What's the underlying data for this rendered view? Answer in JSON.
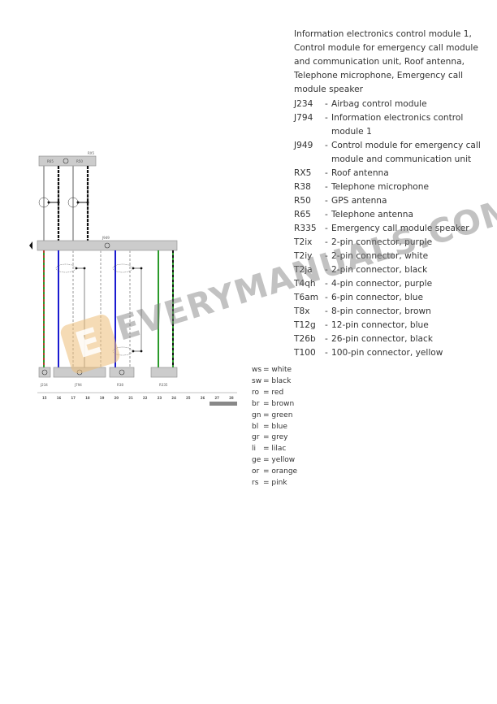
{
  "description": {
    "intro": "Information electronics control module 1, Control module for emergency call module and communication unit, Roof antenna, Telephone microphone, Emergency call module speaker",
    "items": [
      {
        "code": "J234",
        "text": "Airbag control module"
      },
      {
        "code": "J794",
        "text": "Information electronics control module 1"
      },
      {
        "code": "J949",
        "text": "Control module for emergency call module and communication unit"
      },
      {
        "code": "RX5",
        "text": "Roof antenna"
      },
      {
        "code": "R38",
        "text": "Telephone microphone"
      },
      {
        "code": "R50",
        "text": "GPS antenna"
      },
      {
        "code": "R65",
        "text": "Telephone antenna"
      },
      {
        "code": "R335",
        "text": "Emergency call module speaker"
      },
      {
        "code": "T2ix",
        "text": "2-pin connector, purple"
      },
      {
        "code": "T2iy",
        "text": "2-pin connector, white"
      },
      {
        "code": "T2ja",
        "text": "2-pin connector, black"
      },
      {
        "code": "T4qh",
        "text": "4-pin connector, purple"
      },
      {
        "code": "T6am",
        "text": "6-pin connector, blue"
      },
      {
        "code": "T8x",
        "text": "8-pin connector, brown"
      },
      {
        "code": "T12g",
        "text": "12-pin connector, blue"
      },
      {
        "code": "T26b",
        "text": "26-pin connector, black"
      },
      {
        "code": "T100",
        "text": "100-pin connector, yellow"
      }
    ]
  },
  "color_codes": [
    {
      "code": "ws",
      "name": "= white"
    },
    {
      "code": "sw",
      "name": "= black"
    },
    {
      "code": "ro",
      "name": "= red"
    },
    {
      "code": "br",
      "name": "= brown"
    },
    {
      "code": "gn",
      "name": "= green"
    },
    {
      "code": "bl",
      "name": "= blue"
    },
    {
      "code": "gr",
      "name": "= grey"
    },
    {
      "code": "li",
      "name": "= lilac"
    },
    {
      "code": "ge",
      "name": "= yellow"
    },
    {
      "code": "or",
      "name": "= orange"
    },
    {
      "code": "rs",
      "name": "= pink"
    }
  ],
  "diagram": {
    "top_module": "RX5",
    "top_sub1": "R65",
    "top_sub2": "R50",
    "main_module": "J949",
    "bottom_modules": [
      "J234",
      "J794",
      "R38",
      "R335"
    ],
    "grid_numbers": [
      "15",
      "16",
      "17",
      "18",
      "19",
      "20",
      "21",
      "22",
      "23",
      "24",
      "25",
      "26",
      "27",
      "28"
    ],
    "wire_colors": {
      "green": "#2a9a2a",
      "red": "#b04030",
      "blue": "#1a1ad0",
      "black": "#111111",
      "grey": "#bbbbbb"
    }
  },
  "watermark": "EVERYMANUALS.COM"
}
